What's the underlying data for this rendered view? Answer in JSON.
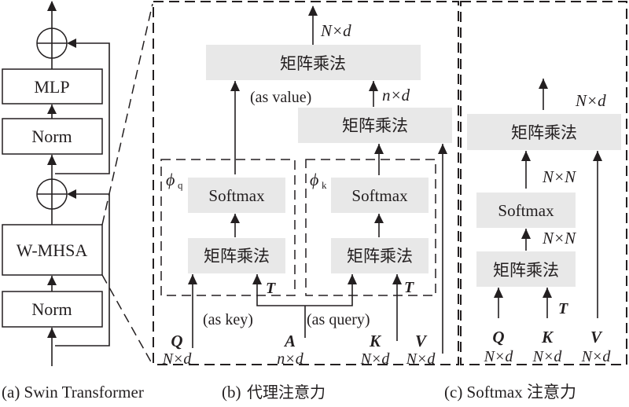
{
  "panel_a": {
    "caption": "(a) Swin Transformer",
    "blocks": [
      "MLP",
      "Norm",
      "W-MHSA",
      "Norm"
    ],
    "add_symbol": "⊕"
  },
  "panel_b": {
    "caption": "(b) 代理注意力",
    "top_matmul": "矩阵乘法",
    "mid_matmul": "矩阵乘法",
    "output_dim": "N×d",
    "mid_dim": "n×d",
    "as_value": "(as value)",
    "as_key": "(as key)",
    "as_query": "(as query)",
    "phi_q": {
      "symbol": "ϕ",
      "sub": "q",
      "softmax": "Softmax",
      "matmul": "矩阵乘法",
      "transpose": "T"
    },
    "phi_k": {
      "symbol": "ϕ",
      "sub": "k",
      "softmax": "Softmax",
      "matmul": "矩阵乘法",
      "transpose": "T"
    },
    "inputs": [
      {
        "name": "Q",
        "dim": "N×d"
      },
      {
        "name": "A",
        "dim": "n×d"
      },
      {
        "name": "K",
        "dim": "N×d"
      },
      {
        "name": "V",
        "dim": "N×d"
      }
    ]
  },
  "panel_c": {
    "caption": "(c) Softmax 注意力",
    "top_matmul": "矩阵乘法",
    "softmax": "Softmax",
    "bottom_matmul": "矩阵乘法",
    "output_dim": "N×d",
    "nn_dim_upper": "N×N",
    "nn_dim_lower": "N×N",
    "transpose": "T",
    "inputs": [
      {
        "name": "Q",
        "dim": "N×d"
      },
      {
        "name": "K",
        "dim": "N×d"
      },
      {
        "name": "V",
        "dim": "N×d"
      }
    ]
  }
}
